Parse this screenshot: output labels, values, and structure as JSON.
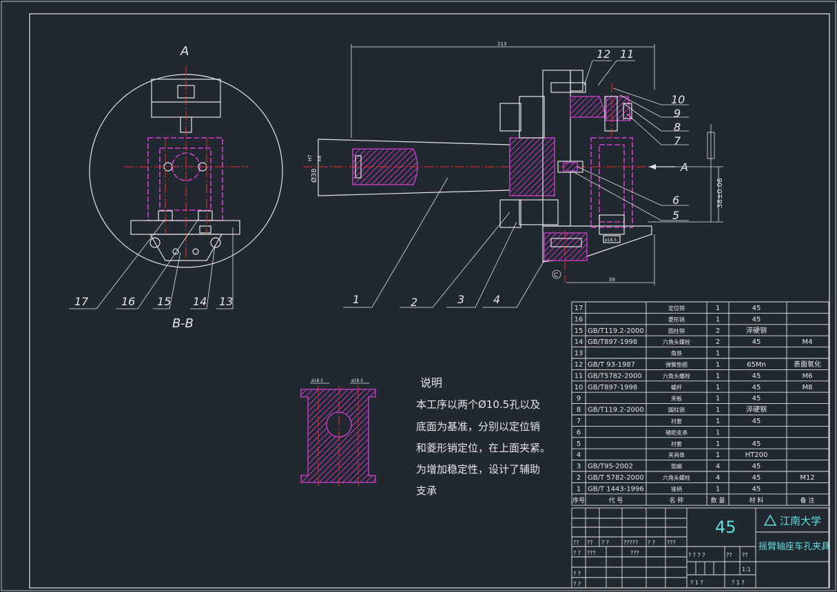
{
  "drawing": {
    "section_a_label": "A",
    "section_bb_label": "B-B",
    "dim_length": "213",
    "dim_diameter": "Ø38",
    "dim_diameter_tol_upper": "H7",
    "dim_diameter_tol_lower": "k6",
    "dim_height": "38±0.06",
    "dim_width": "59",
    "view_a_arrow": "A",
    "detail_marker": "C",
    "dim_small_1": "ø18.5",
    "dim_small_2": "ø18.5"
  },
  "leaders": {
    "left": [
      "17",
      "16",
      "15",
      "14",
      "13"
    ],
    "bottom": [
      "1",
      "2",
      "3",
      "4"
    ],
    "right": [
      "12",
      "11",
      "10",
      "9",
      "8",
      "7",
      "6",
      "5"
    ]
  },
  "notes": {
    "title": "说明",
    "lines": [
      "本工序以两个Ø10.5孔以及",
      "底面为基准，分别以定位销",
      "和菱形销定位，在上面夹紧。",
      "为增加稳定性，设计了辅助",
      "支承"
    ]
  },
  "bom": {
    "rows": [
      {
        "no": "17",
        "code": "",
        "name": "定位销",
        "qty": "1",
        "material": "45",
        "remark": ""
      },
      {
        "no": "16",
        "code": "",
        "name": "菱形销",
        "qty": "1",
        "material": "45",
        "remark": ""
      },
      {
        "no": "15",
        "code": "GB/T119.2-2000",
        "name": "圆柱销",
        "qty": "2",
        "material": "淬硬钢",
        "remark": ""
      },
      {
        "no": "14",
        "code": "GB/T897-1998",
        "name": "六角头螺栓",
        "qty": "2",
        "material": "45",
        "remark": "M4"
      },
      {
        "no": "13",
        "code": "",
        "name": "角铁",
        "qty": "1",
        "material": "",
        "remark": ""
      },
      {
        "no": "12",
        "code": "GB/T 93-1987",
        "name": "弹簧垫圈",
        "qty": "1",
        "material": "65Mn",
        "remark": "表面氧化"
      },
      {
        "no": "11",
        "code": "GB/T5782-2000",
        "name": "六角头螺栓",
        "qty": "1",
        "material": "45",
        "remark": "M6"
      },
      {
        "no": "10",
        "code": "GB/T897-1998",
        "name": "螺杆",
        "qty": "1",
        "material": "45",
        "remark": "M8"
      },
      {
        "no": "9",
        "code": "",
        "name": "夹板",
        "qty": "1",
        "material": "45",
        "remark": ""
      },
      {
        "no": "8",
        "code": "GB/T119.2-2000",
        "name": "圆柱销",
        "qty": "1",
        "material": "淬硬钢",
        "remark": ""
      },
      {
        "no": "7",
        "code": "",
        "name": "衬套",
        "qty": "1",
        "material": "45",
        "remark": ""
      },
      {
        "no": "6",
        "code": "",
        "name": "辅助支承",
        "qty": "1",
        "material": "",
        "remark": ""
      },
      {
        "no": "5",
        "code": "",
        "name": "衬套",
        "qty": "1",
        "material": "45",
        "remark": ""
      },
      {
        "no": "4",
        "code": "",
        "name": "夹具体",
        "qty": "1",
        "material": "HT200",
        "remark": ""
      },
      {
        "no": "3",
        "code": "GB/T95-2002",
        "name": "垫圈",
        "qty": "4",
        "material": "45",
        "remark": ""
      },
      {
        "no": "2",
        "code": "GB/T 5782-2000",
        "name": "六角头螺栓",
        "qty": "4",
        "material": "45",
        "remark": "M12"
      },
      {
        "no": "1",
        "code": "GB/T 1443-1996",
        "name": "锥柄",
        "qty": "1",
        "material": "45",
        "remark": ""
      }
    ],
    "header": {
      "no": "序号",
      "code": "代    号",
      "name": "名    称",
      "qty": "数 量",
      "material": "材    料",
      "remark": "备  注"
    }
  },
  "title_block": {
    "material": "45",
    "school": "江南大学",
    "drawing_name": "摇臂轴座车孔夹具",
    "scale": "1:1",
    "q_cells": [
      "??",
      "??",
      "? ?",
      "?????",
      "? ?",
      "???",
      "? ?",
      "???",
      "???",
      "? ? ? ?",
      "??",
      "??",
      "? ?",
      "? ?",
      "? 1 ?",
      "? 1 ?"
    ]
  },
  "colors": {
    "background": "#212830",
    "lines": "#e6e6e6",
    "centerline": "#e8302a",
    "section": "#d040d0",
    "accent_text": "#5fe0e0"
  }
}
